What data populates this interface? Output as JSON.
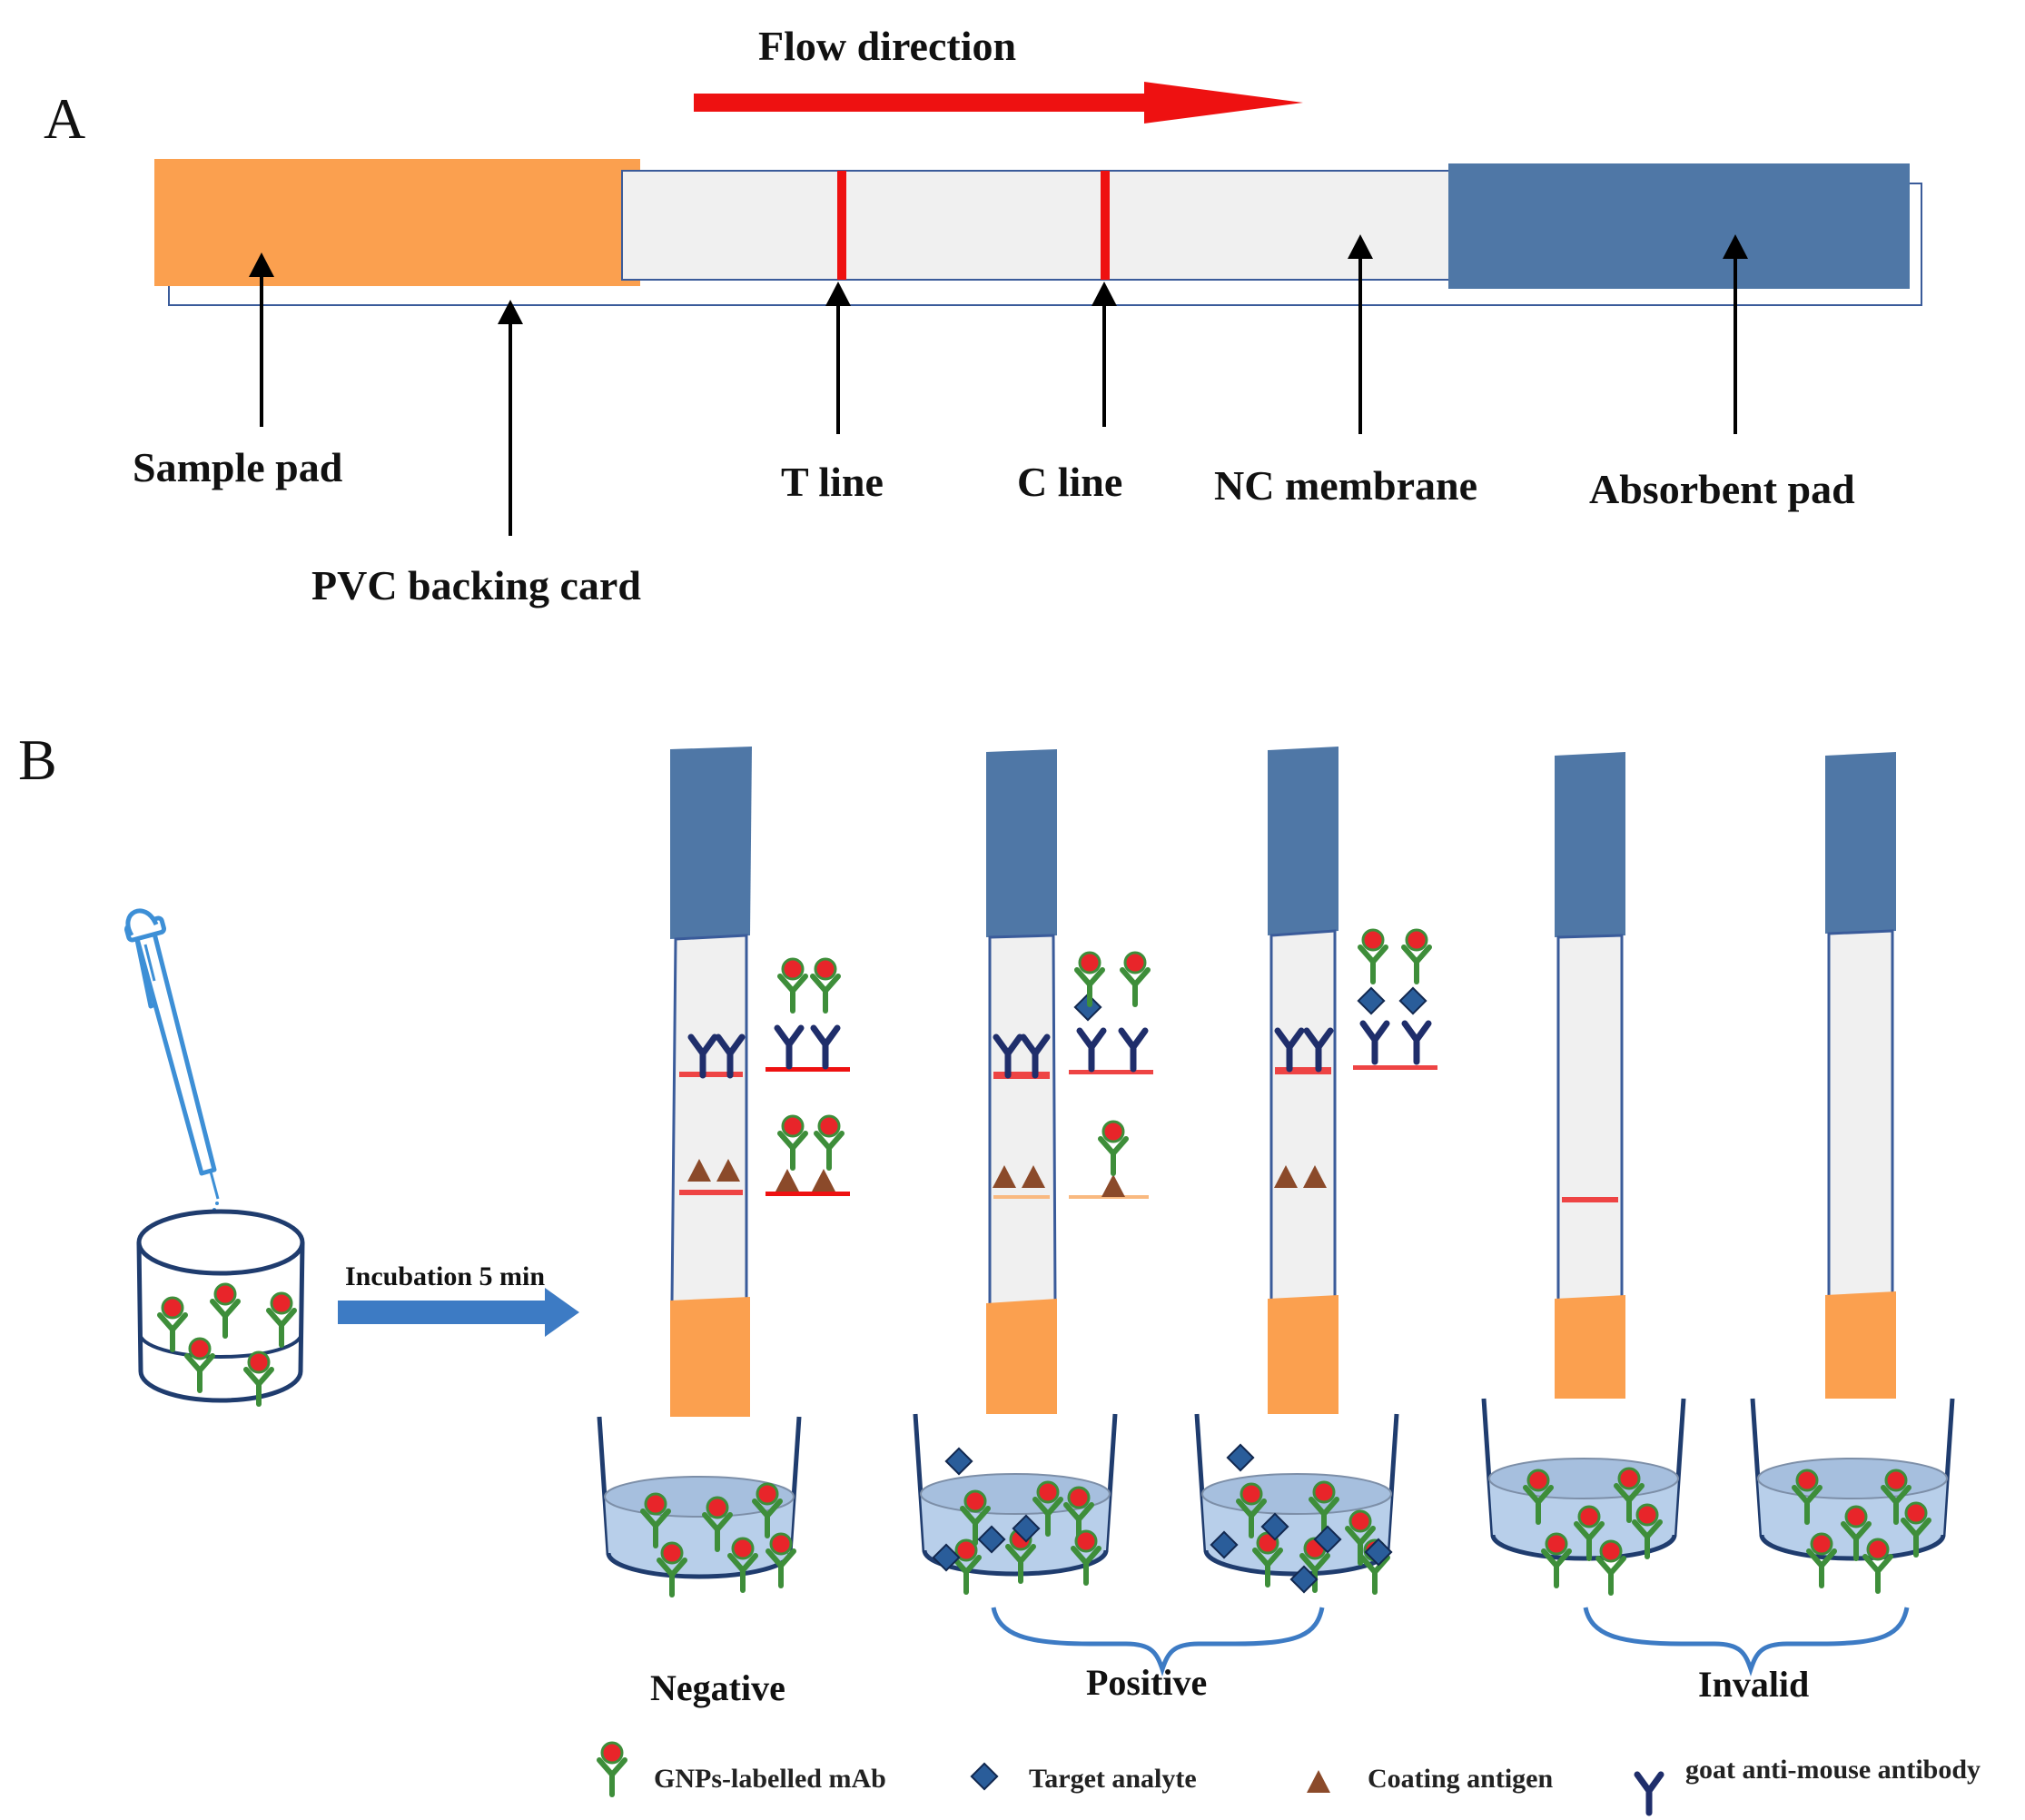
{
  "panel_a": {
    "letter": "A",
    "flow_label": "Flow direction",
    "labels": {
      "sample_pad": "Sample pad",
      "pvc_card": "PVC backing card",
      "t_line": "T line",
      "c_line": "C line",
      "nc_membrane": "NC membrane",
      "absorbent_pad": "Absorbent pad"
    }
  },
  "panel_b": {
    "letter": "B",
    "incubation_label": "Incubation 5 min",
    "groups": {
      "negative": "Negative",
      "positive": "Positive",
      "invalid": "Invalid"
    }
  },
  "legend": {
    "gnp_mab": "GNPs-labelled mAb",
    "target": "Target analyte",
    "coating": "Coating antigen",
    "goat": "goat anti-mouse antibody"
  },
  "colors": {
    "sample_pad": "#FBA04F",
    "absorbent_pad": "#4F77A6",
    "membrane": "#F0F0F0",
    "line_red": "#EE1111",
    "flow_arrow": "#EE1111",
    "antibody_green": "#3E8E3A",
    "gnp_red": "#E8252A",
    "goat_navy": "#1F2E6B",
    "analyte_blue": "#2A5D9A",
    "antigen_brown": "#8B4A2A",
    "liquid": "#B8CFEA",
    "incubation_arrow": "#3D7BC4"
  }
}
